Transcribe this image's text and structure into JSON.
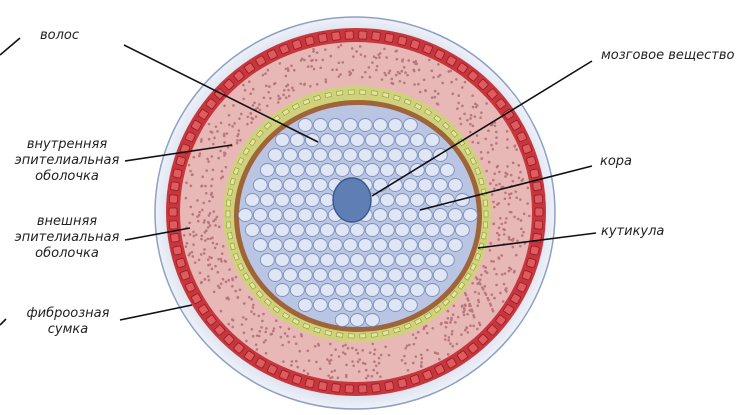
{
  "labels": {
    "hair": "волос",
    "medulla": "мозговое вещество",
    "inner_sheath": [
      "внутренняя",
      "эпителиальная",
      "оболочка"
    ],
    "cortex": "кора",
    "outer_sheath": [
      "внешняя",
      "эпителиальная",
      "оболочка"
    ],
    "cuticle": "кутикула",
    "fibrous_bag": [
      "фиброозная",
      "сумка"
    ]
  },
  "colors": {
    "outer_haze": "#c9d3e6",
    "dark_cell_ring": "#c8363d",
    "pink_tissue": "#e8b8b6",
    "yellow_sheath": "#cfd27a",
    "brown_cuticle": "#a0643a",
    "cortex_blue": "#b9c5e3",
    "medulla_core": "#5f7fb4",
    "label_text": "#222222",
    "leader_line": "#111111"
  }
}
